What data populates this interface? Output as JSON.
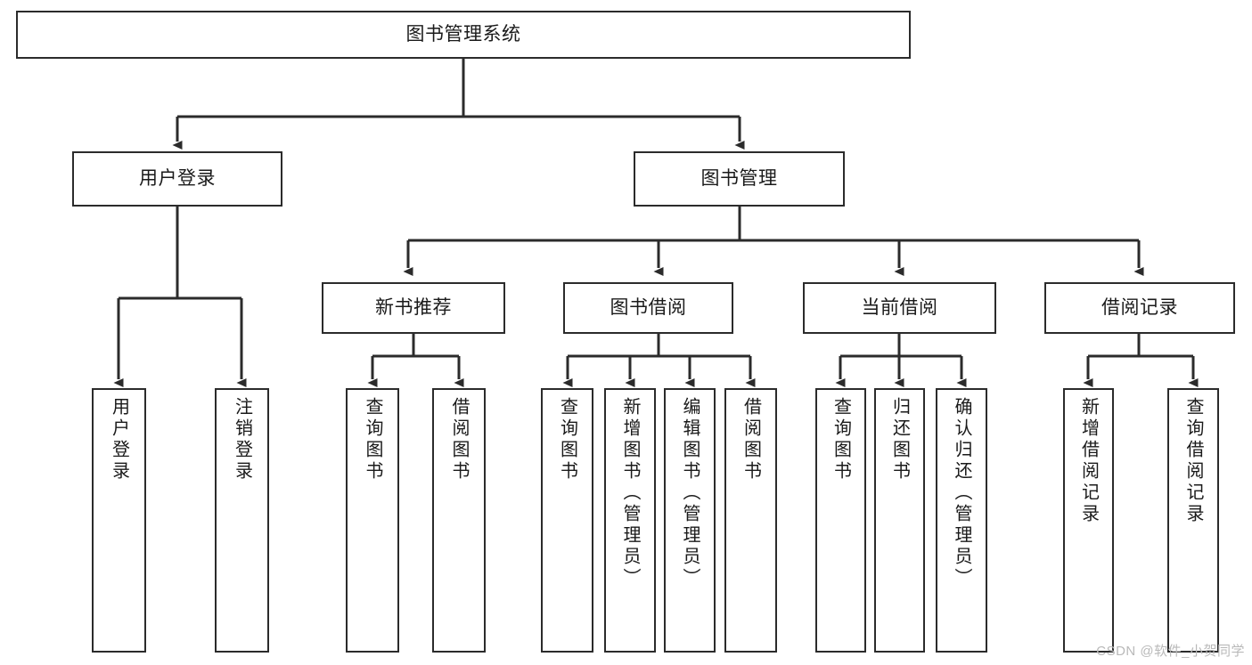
{
  "diagram": {
    "title": "图书管理系统",
    "type": "hierarchy-tree",
    "colors": {
      "box_border": "#2b2b2b",
      "box_fill": "#ffffff",
      "connector": "#2b2b2b",
      "text": "#1a1a1a",
      "watermark": "#b9b9b9"
    },
    "root": {
      "label": "图书管理系统"
    },
    "level2": [
      {
        "label": "用户登录"
      },
      {
        "label": "图书管理"
      }
    ],
    "level3": [
      {
        "label": "新书推荐"
      },
      {
        "label": "图书借阅"
      },
      {
        "label": "当前借阅"
      },
      {
        "label": "借阅记录"
      }
    ],
    "leaves": {
      "user_login": [
        {
          "label": "用户登录"
        },
        {
          "label": "注销登录"
        }
      ],
      "new_book_recommend": [
        {
          "label": "查询图书"
        },
        {
          "label": "借阅图书"
        }
      ],
      "book_borrow": [
        {
          "label": "查询图书"
        },
        {
          "label": "新增图书（管理员）"
        },
        {
          "label": "编辑图书（管理员）"
        },
        {
          "label": "借阅图书"
        }
      ],
      "current_borrow": [
        {
          "label": "查询图书"
        },
        {
          "label": "归还图书"
        },
        {
          "label": "确认归还（管理员）"
        }
      ],
      "borrow_records": [
        {
          "label": "新增借阅记录"
        },
        {
          "label": "查询借阅记录"
        }
      ]
    }
  },
  "watermark": {
    "text": "CSDN @软件_小贺同学"
  }
}
